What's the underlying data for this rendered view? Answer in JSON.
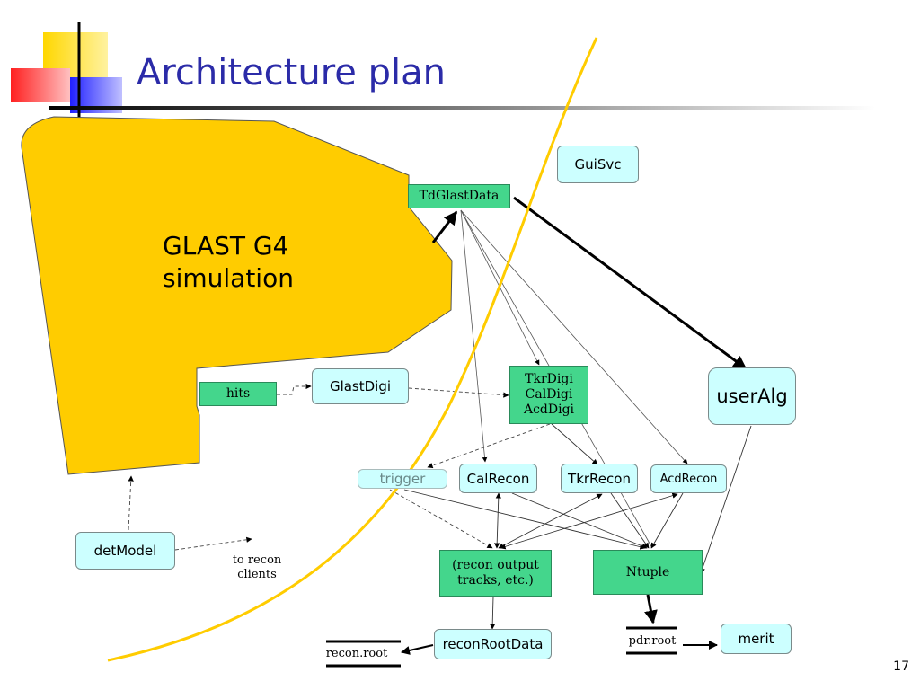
{
  "title": "Architecture plan",
  "slide_number": "17",
  "simulation": {
    "line1": "GLAST G4",
    "line2": "simulation"
  },
  "nodes": {
    "gui_svc": "GuiSvc",
    "td_glast_data": "TdGlastData",
    "hits": "hits",
    "glast_digi": "GlastDigi",
    "digi_data": [
      "TkrDigi",
      "CalDigi",
      "AcdDigi"
    ],
    "user_alg": "userAlg",
    "trigger": "trigger",
    "cal_recon": "CalRecon",
    "tkr_recon": "TkrRecon",
    "acd_recon": "AcdRecon",
    "det_model": "detModel",
    "recon_output": [
      "(recon output",
      "tracks, etc.)"
    ],
    "ntuple": "Ntuple",
    "recon_root_data": "reconRootData",
    "merit": "merit"
  },
  "labels": {
    "to_recon_clients": [
      "to recon",
      "clients"
    ],
    "recon_root": "recon.root",
    "pdr_root": "pdr.root"
  },
  "colors": {
    "title": "#2b2ba8",
    "simulation_fill": "#ffcc00",
    "service_fill": "#ccffff",
    "data_fill": "#44d68c",
    "divider_curve": "#ffcc00"
  }
}
